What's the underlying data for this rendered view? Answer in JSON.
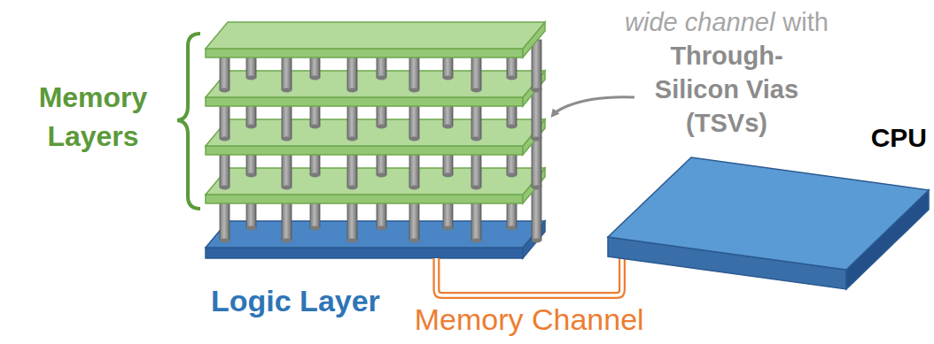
{
  "diagram": {
    "nodes": [
      {
        "text": [
          "Logic Layer"
        ]
      },
      {
        "text": [
          "CPU"
        ]
      }
    ],
    "edges": [
      {
        "from": 0,
        "to": 1,
        "arrow": "none",
        "label": "Memory Channel"
      }
    ],
    "labels": [
      "Memory Layers",
      "wide channel",
      "with",
      "Through-Silicon Vias (TSVs)"
    ]
  }
}
